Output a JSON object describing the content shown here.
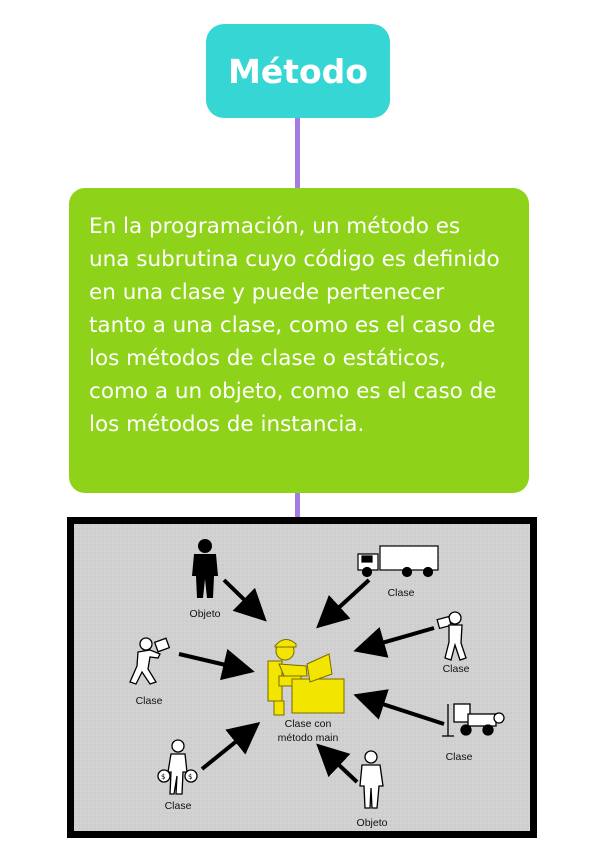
{
  "title": "Método",
  "description": "En la programación, un método es una subrutina cuyo código es definido en una clase y puede pertenecer tanto a una clase, como es el caso de los métodos de clase o estáticos, como a un objeto, como es el caso de los métodos de instancia.",
  "figure": {
    "center_label_line1": "Clase con",
    "center_label_line2": "método main",
    "nodes": [
      {
        "label": "Objeto",
        "icon": "person-black-icon"
      },
      {
        "label": "Clase",
        "icon": "truck-icon"
      },
      {
        "label": "Clase",
        "icon": "person-carrying-box-icon"
      },
      {
        "label": "Clase",
        "icon": "person-pushing-icon"
      },
      {
        "label": "Clase",
        "icon": "forklift-icon"
      },
      {
        "label": "Clase",
        "icon": "person-with-money-bags-icon"
      },
      {
        "label": "Objeto",
        "icon": "person-white-icon"
      }
    ],
    "colors": {
      "center_figure": "#f2e600",
      "panel_background": "#d2d2d2"
    }
  },
  "colors": {
    "title_bg": "#36d6d4",
    "desc_bg": "#8ed31a",
    "connector": "#a57ce0"
  }
}
